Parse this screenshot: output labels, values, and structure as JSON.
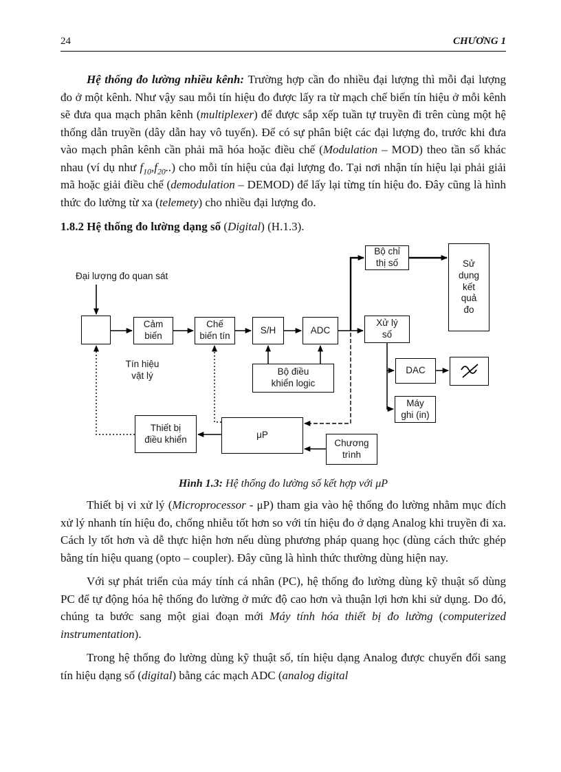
{
  "header": {
    "page_number": "24",
    "chapter": "CHƯƠNG 1"
  },
  "content": {
    "p1": [
      {
        "t": "Hệ thống đo lường nhiều kênh: ",
        "s": "bi"
      },
      {
        "t": "Trường hợp cần đo nhiều đại lượng thì mỗi đại lượng đo ở một kênh. Như vậy sau mỗi tín hiệu đo được lấy ra từ mạch chế biến tín hiệu ở mỗi kênh sẽ đưa qua mạch phân kênh (",
        "s": ""
      },
      {
        "t": "multiplexer",
        "s": "i"
      },
      {
        "t": ") để được sắp xếp tuần tự truyền đi trên cùng một hệ thống dẫn truyền (dây dẫn hay vô tuyến). Để có sự phân biệt các đại lượng đo, trước khi đưa vào mạch phân kênh cần phải mã hóa hoặc điều chế (",
        "s": ""
      },
      {
        "t": "Modulation",
        "s": "i"
      },
      {
        "t": " – MOD) theo tần số khác nhau (ví dụ như ",
        "s": ""
      },
      {
        "t": "f",
        "s": "i"
      },
      {
        "t": "10",
        "s": "is"
      },
      {
        "t": ",f",
        "s": "i"
      },
      {
        "t": "20",
        "s": "is"
      },
      {
        "t": "..",
        "s": "i"
      },
      {
        "t": ") cho mỗi tín hiệu của đại lượng đo. Tại nơi nhận tín hiệu lại phải giải mã hoặc giải điều chế (",
        "s": ""
      },
      {
        "t": "demodulation",
        "s": "i"
      },
      {
        "t": " – DEMOD) để lấy lại từng tín hiệu đo. Đây cũng là hình thức đo lường từ xa (",
        "s": ""
      },
      {
        "t": "telemety",
        "s": "i"
      },
      {
        "t": ") cho nhiều đại lượng đo.",
        "s": ""
      }
    ],
    "heading_182": [
      {
        "t": "1.8.2 Hệ thống đo lường dạng số ",
        "s": "b"
      },
      {
        "t": "(",
        "s": ""
      },
      {
        "t": "Digital",
        "s": "i"
      },
      {
        "t": ") (H.1.3).",
        "s": ""
      }
    ],
    "caption": [
      {
        "t": "Hình 1.3: ",
        "s": "bi"
      },
      {
        "t": "Hệ thống đo lường số kết hợp với μP",
        "s": "i"
      }
    ],
    "p2": [
      {
        "t": "Thiết bị vi xử lý (",
        "s": ""
      },
      {
        "t": "Microprocessor",
        "s": "i"
      },
      {
        "t": " - μP) tham gia vào hệ thống đo lường nhằm mục đích xử lý nhanh tín hiệu đo, chống nhiễu tốt hơn so với tín hiệu đo ở dạng Analog khi truyền đi xa. Cách ly tốt hơn và dễ thực hiện hơn nếu dùng phương pháp quang học (dùng cách thức ghép bằng tín hiệu quang (opto – coupler). Đây cũng là hình thức thường dùng hiện nay.",
        "s": ""
      }
    ],
    "p3": [
      {
        "t": "Với sự phát triển của máy tính cá nhân (PC), hệ thống đo lường dùng kỹ thuật số dùng PC để tự động hóa hệ thống đo lường ở mức độ cao hơn và thuận lợi hơn khi sử dụng. Do đó, chúng ta bước sang một giai đoạn mới ",
        "s": ""
      },
      {
        "t": "Máy tính hóa thiết bị đo lường",
        "s": "i"
      },
      {
        "t": " (",
        "s": ""
      },
      {
        "t": "computerized instrumentation",
        "s": "i"
      },
      {
        "t": ").",
        "s": ""
      }
    ],
    "p4": [
      {
        "t": "Trong hệ thống đo lường dùng kỹ thuật số, tín hiệu dạng Analog được chuyển đổi sang tín hiệu dạng số (",
        "s": ""
      },
      {
        "t": "digital",
        "s": "i"
      },
      {
        "t": ") bằng các mạch ADC (",
        "s": ""
      },
      {
        "t": "analog digital",
        "s": "i"
      }
    ]
  },
  "diagram": {
    "labels": {
      "observed_quantity": "Đại lượng đo quan sát",
      "physical_signal": "Tín hiệu\nvật lý"
    },
    "boxes": {
      "input": "",
      "sensor": "Cảm\nbiến",
      "signal_conditioner": "Chế\nbiến tín",
      "sample_hold": "S/H",
      "adc": "ADC",
      "digital_display": "Bộ chỉ\nthị số",
      "result_use": "Sử\ndụng\nkết\nquả\nđo",
      "digital_processing": "Xử lý\nsố",
      "dac": "DAC",
      "recorder": "Máy\nghi (in)",
      "logic_controller": "Bộ điều\nkhiển logic",
      "control_device": "Thiết bị\nđiều khiển",
      "microprocessor": "μP",
      "program": "Chương\ntrình"
    },
    "filter_symbol": "low-pass-filter"
  }
}
